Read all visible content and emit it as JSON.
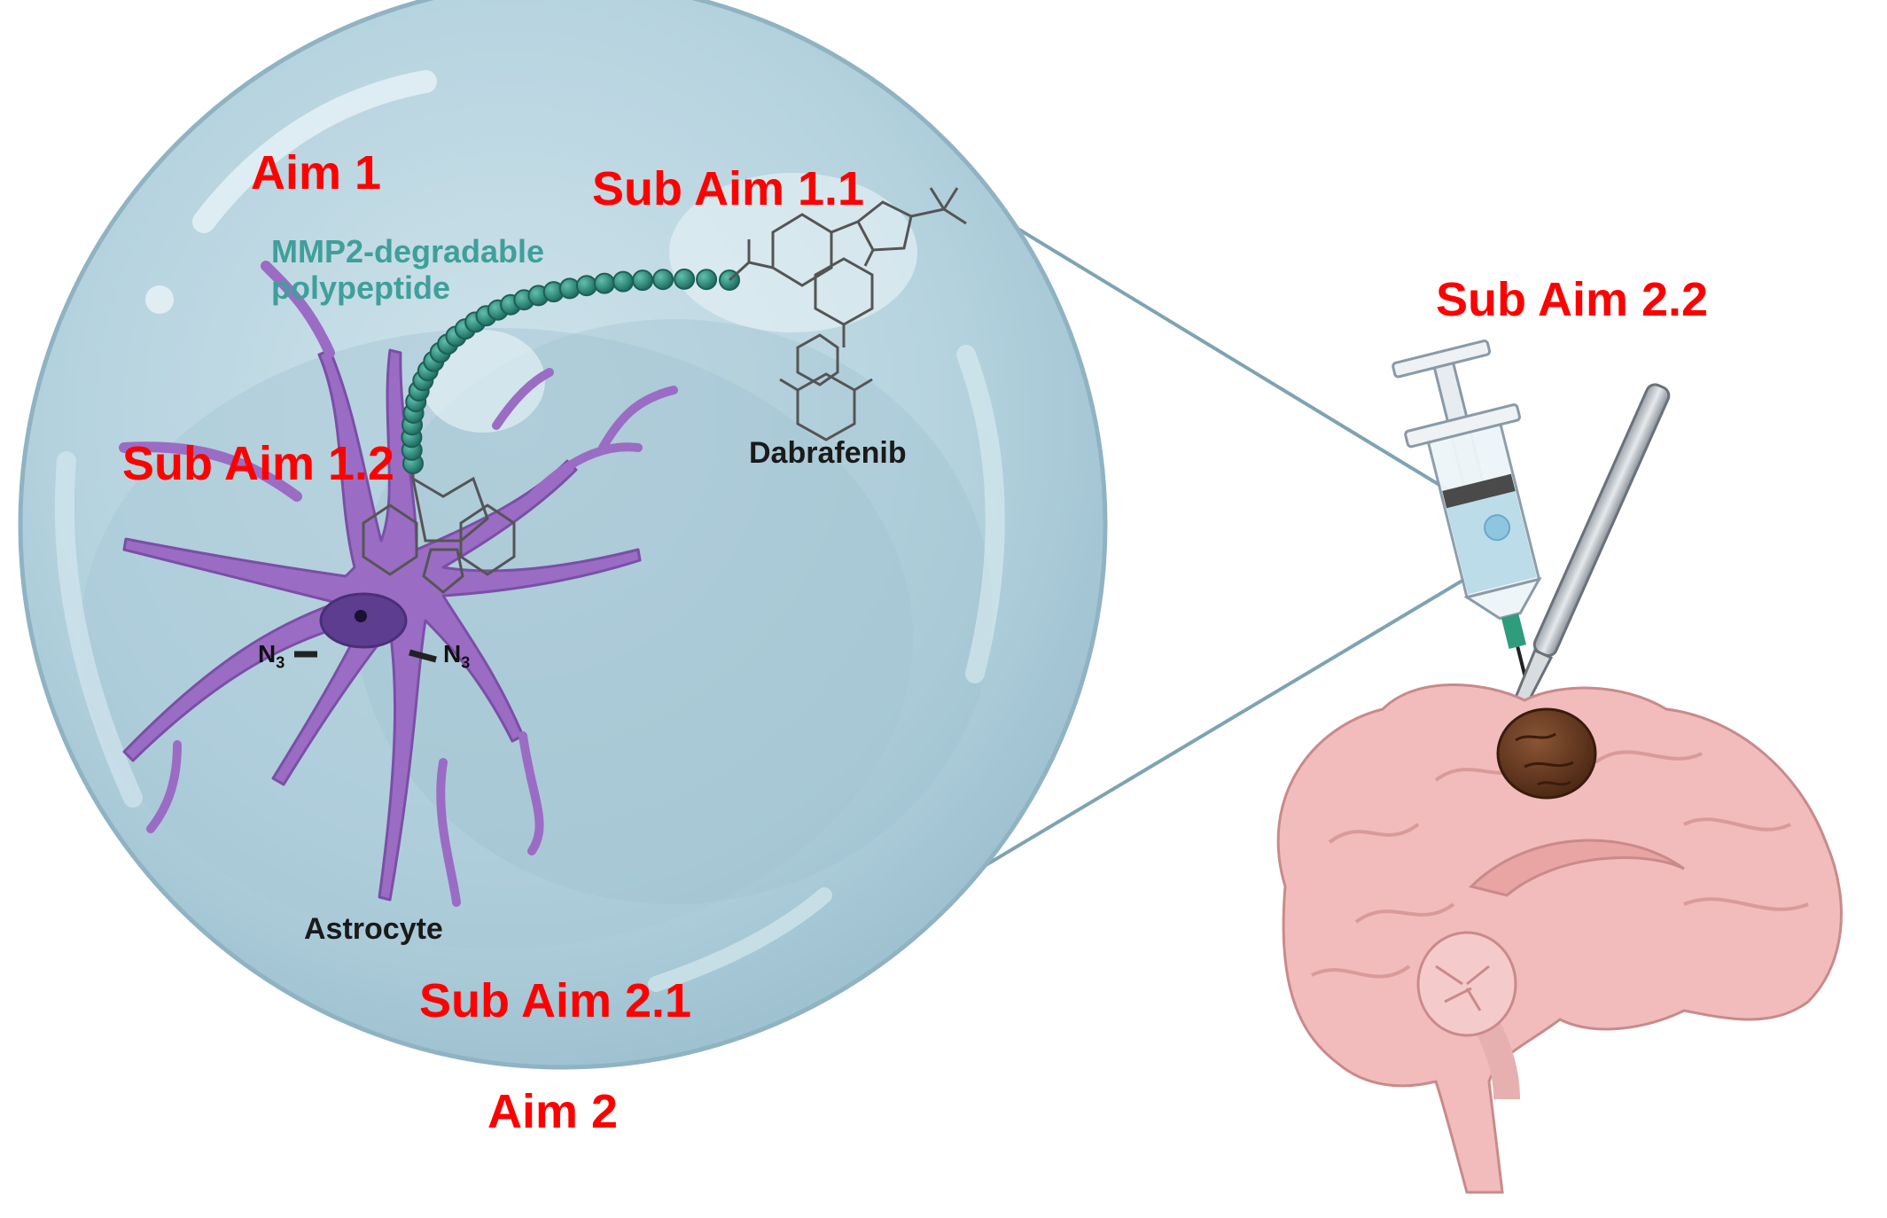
{
  "labels": {
    "aim1": "Aim 1",
    "aim2": "Aim 2",
    "sub_aim_1_1": "Sub Aim 1.1",
    "sub_aim_1_2": "Sub Aim 1.2",
    "sub_aim_2_1": "Sub Aim 2.1",
    "sub_aim_2_2": "Sub Aim 2.2",
    "polypeptide_line1": "MMP2-degradable",
    "polypeptide_line2": "polypeptide",
    "drug": "Dabrafenib",
    "cell": "Astrocyte",
    "azide_symbol": "N",
    "azide_subscript": "3"
  },
  "colors": {
    "aim_text": "#ff0000",
    "polypeptide_text": "#3f9f9b",
    "bead": "#2e8b7d",
    "astrocyte": "#9b6cc4",
    "nucleus": "#5c3d8f",
    "bubble": "#bcd8e3",
    "brain": "#f2bcbc",
    "tumor": "#5e3520"
  },
  "icons": [
    "bubble-lens",
    "astrocyte-cell",
    "polypeptide-chain",
    "dabrafenib-molecule",
    "syringe-icon",
    "scalpel-icon",
    "brain-illustration",
    "tumor"
  ]
}
